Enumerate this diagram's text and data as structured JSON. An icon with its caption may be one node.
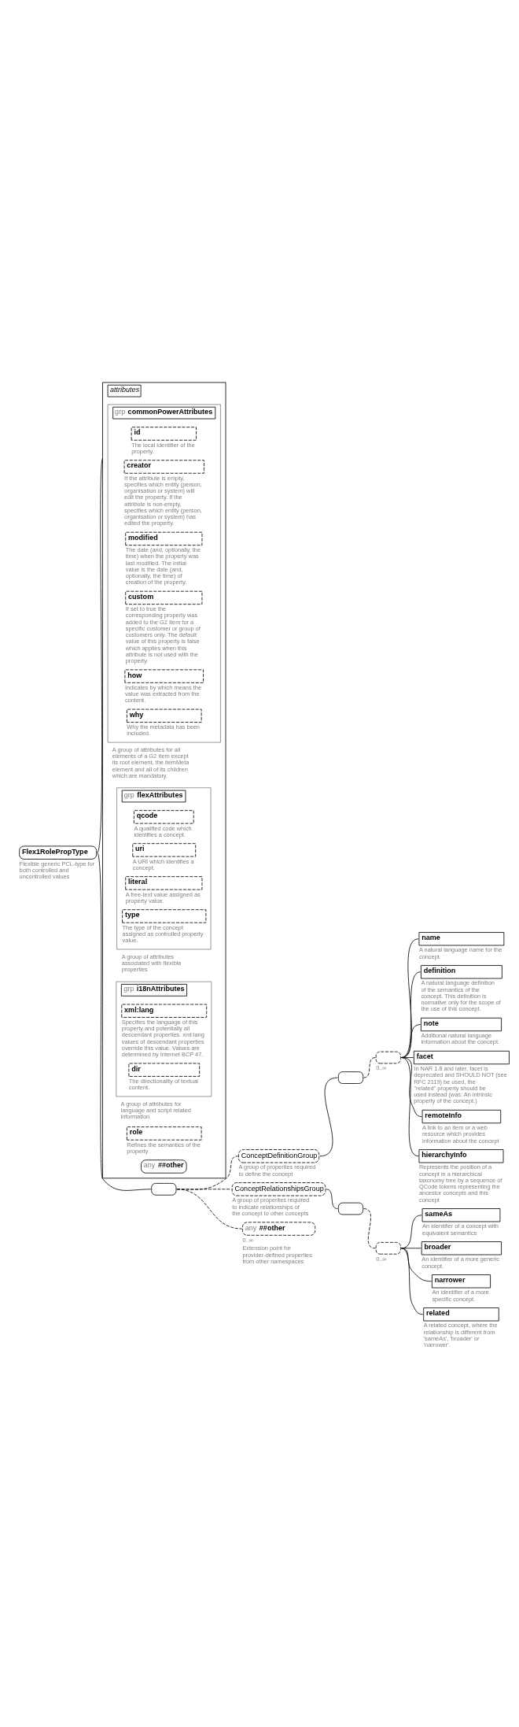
{
  "diagram": {
    "nodes": [
      {
        "text": [
          "Flex1RolePropType"
        ],
        "beside": [
          "Flexible generic PCL-type for both controlled and uncontrolled values"
        ]
      },
      {
        "text": [
          "attributes"
        ]
      },
      {
        "text": [
          "grp",
          "commonPowerAttributes"
        ],
        "in": 1,
        "beside": [
          "A group of attributes for all elements of a G2 Item except its root element, the itemMeta element and all of its children which are mandatory."
        ]
      },
      {
        "text": [
          "id"
        ],
        "in": 2,
        "beside": [
          "The local identifier of the property."
        ]
      },
      {
        "text": [
          "creator"
        ],
        "in": 2,
        "beside": [
          "If the attribute is empty, specifies which entity (person, organisation or system) will edit the property. If the attribute is non-empty, specifies which entity (person, organisation or system) has edited the property."
        ]
      },
      {
        "text": [
          "modified"
        ],
        "in": 2,
        "beside": [
          "The date (and, optionally, the time) when the property was last modified. The initial value is the date (and, optionally, the time) of creation of the property."
        ]
      },
      {
        "text": [
          "custom"
        ],
        "in": 2,
        "beside": [
          "If set to true the corresponding property was added to the G2 Item for a specific customer or group of customers only. The default value of this property is false which applies when this attribute is not used with the property."
        ]
      },
      {
        "text": [
          "how"
        ],
        "in": 2,
        "beside": [
          "Indicates by which means the value was extracted from the content."
        ]
      },
      {
        "text": [
          "why"
        ],
        "in": 2,
        "beside": [
          "Why the metadata has been included."
        ]
      },
      {
        "text": [
          "grp",
          "flexAttributes"
        ],
        "in": 1,
        "beside": [
          "A group of attributes associated with flexible properties"
        ]
      },
      {
        "text": [
          "qcode"
        ],
        "in": 9,
        "beside": [
          "A qualified code which identifies a concept."
        ]
      },
      {
        "text": [
          "uri"
        ],
        "in": 9,
        "beside": [
          "A URI which identifies a concept."
        ]
      },
      {
        "text": [
          "literal"
        ],
        "in": 9,
        "beside": [
          "A free-text value assigned as property value."
        ]
      },
      {
        "text": [
          "type"
        ],
        "in": 9,
        "beside": [
          "The type of the concept assigned as controlled property value."
        ]
      },
      {
        "text": [
          "grp",
          "i18nAttributes"
        ],
        "in": 1,
        "beside": [
          "A group of attributes for language and script related information"
        ]
      },
      {
        "text": [
          "xml:lang"
        ],
        "in": 14,
        "beside": [
          "Specifies the language of this property and potentially all descendant properties. xml:lang values of descendant properties override this value. Values are determined by Internet BCP 47."
        ]
      },
      {
        "text": [
          "dir"
        ],
        "in": 14,
        "beside": [
          "The directionality of textual content."
        ]
      },
      {
        "text": [
          "role"
        ],
        "in": 1,
        "beside": [
          "Refines the semantics of the property"
        ]
      },
      {
        "text": [
          "any",
          "##other"
        ],
        "in": 1
      },
      {
        "text": [],
        "shape": "octagon"
      },
      {
        "text": [
          "ConceptDefinitionGroup"
        ],
        "beside": [
          "A group of properites required to define the concept"
        ]
      },
      {
        "text": [],
        "shape": "octagon"
      },
      {
        "text": [],
        "shape": "octagon",
        "beside": [
          "0..∞"
        ]
      },
      {
        "text": [
          "name"
        ],
        "beside": [
          "A natural language name for the concept."
        ]
      },
      {
        "text": [
          "definition"
        ],
        "beside": [
          "A natural language definition of the semantics of the concept. This definition is normative only for the scope of the use of this concept."
        ]
      },
      {
        "text": [
          "note"
        ],
        "beside": [
          "Additional natural language information about the concept."
        ]
      },
      {
        "text": [
          "facet"
        ],
        "beside": [
          "In NAR 1.8 and later, facet is deprecated and SHOULD NOT (see RFC 2119) be used, the \"related\" property should be used instead (was: An intrinsic property of the concept.)"
        ]
      },
      {
        "text": [
          "remoteInfo"
        ],
        "beside": [
          "A link to an item or a web resource which provides information about the concept"
        ]
      },
      {
        "text": [
          "hierarchyInfo"
        ],
        "beside": [
          "Represents the position of a concept in a hierarchical taxonomy tree by a sequence of QCode tokens representing the ancestor concepts and this concept"
        ]
      },
      {
        "text": [
          "ConceptRelationshipsGroup"
        ],
        "beside": [
          "A group of properites required to indicate relationships of the concept to other concepts"
        ]
      },
      {
        "text": [],
        "shape": "octagon"
      },
      {
        "text": [],
        "shape": "octagon",
        "beside": [
          "0..∞"
        ]
      },
      {
        "text": [
          "sameAs"
        ],
        "beside": [
          "An identifier of a concept with equivalent semantics"
        ]
      },
      {
        "text": [
          "broader"
        ],
        "beside": [
          "An identifier of a more generic concept."
        ]
      },
      {
        "text": [
          "narrower"
        ],
        "beside": [
          "An identifier of a more specific concept."
        ]
      },
      {
        "text": [
          "related"
        ],
        "beside": [
          "A related concept, where the relationship is different from 'sameAs', 'broader' or 'narrower'."
        ]
      },
      {
        "text": [
          "any",
          "##other"
        ],
        "beside": [
          "0..∞",
          "Extension point for provider-defined properties from other namespaces"
        ]
      }
    ],
    "edges": [
      {
        "from": 0,
        "to": 1,
        "arrow": "none"
      },
      {
        "from": 0,
        "to": 19,
        "arrow": "none"
      },
      {
        "from": 19,
        "to": 20,
        "arrow": "none",
        "style": "dashed"
      },
      {
        "from": 19,
        "to": 29,
        "arrow": "none",
        "style": "dashed"
      },
      {
        "from": 19,
        "to": 36,
        "arrow": "none",
        "style": "dashed"
      },
      {
        "from": 20,
        "to": 21,
        "arrow": "none"
      },
      {
        "from": 21,
        "to": 22,
        "arrow": "none",
        "style": "dashed"
      },
      {
        "from": 22,
        "to": 23,
        "arrow": "none"
      },
      {
        "from": 22,
        "to": 24,
        "arrow": "none"
      },
      {
        "from": 22,
        "to": 25,
        "arrow": "none"
      },
      {
        "from": 22,
        "to": 26,
        "arrow": "none"
      },
      {
        "from": 22,
        "to": 27,
        "arrow": "none"
      },
      {
        "from": 22,
        "to": 28,
        "arrow": "none"
      },
      {
        "from": 29,
        "to": 30,
        "arrow": "none"
      },
      {
        "from": 30,
        "to": 31,
        "arrow": "none",
        "style": "dashed"
      },
      {
        "from": 31,
        "to": 32,
        "arrow": "none"
      },
      {
        "from": 31,
        "to": 33,
        "arrow": "none"
      },
      {
        "from": 31,
        "to": 34,
        "arrow": "none"
      },
      {
        "from": 31,
        "to": 35,
        "arrow": "none"
      }
    ]
  }
}
